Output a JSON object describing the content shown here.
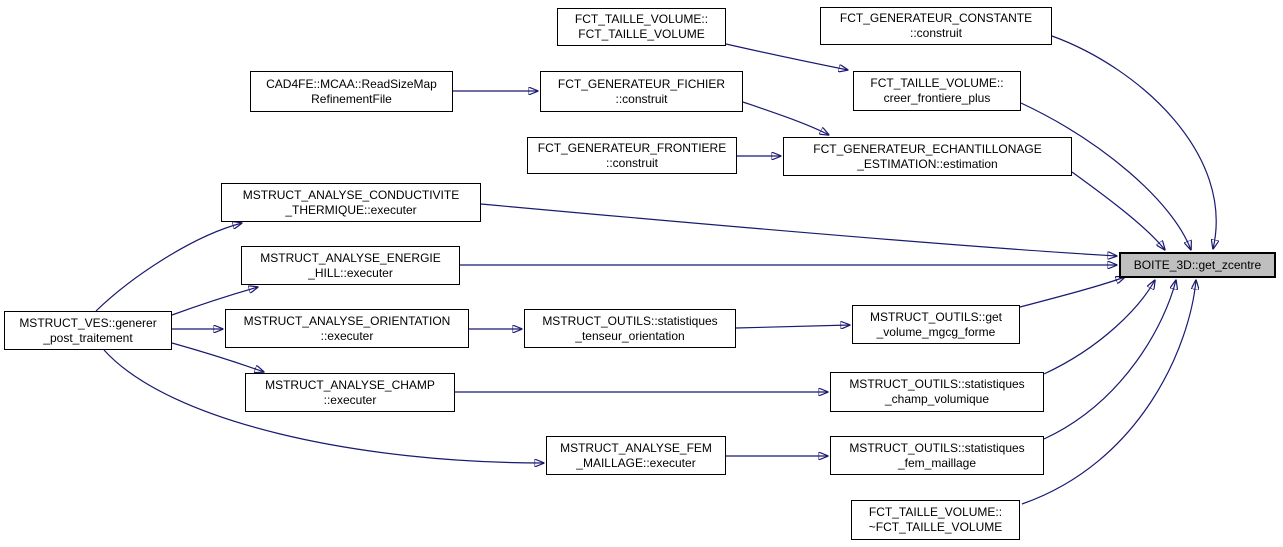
{
  "diagram": {
    "kind": "doxygen-call-graph",
    "focus_node": "BOITE_3D::get_zcentre",
    "colors": {
      "edge": "#191970",
      "node_background": "#ffffff",
      "node_border": "#000000",
      "focus_background": "#bfbfbf",
      "text": "#000000",
      "page_background": "#ffffff"
    },
    "nodes": [
      {
        "id": "fct-taille-volume-ctor",
        "line1": "FCT_TAILLE_VOLUME::",
        "line2": "FCT_TAILLE_VOLUME"
      },
      {
        "id": "fct-generateur-constante",
        "line1": "FCT_GENERATEUR_CONSTANTE",
        "line2": "::construit"
      },
      {
        "id": "cad4fe-readsizemap",
        "line1": "CAD4FE::MCAA::ReadSizeMap",
        "line2": "RefinementFile"
      },
      {
        "id": "fct-generateur-fichier",
        "line1": "FCT_GENERATEUR_FICHIER",
        "line2": "::construit"
      },
      {
        "id": "fct-taille-volume-creer",
        "line1": "FCT_TAILLE_VOLUME::",
        "line2": "creer_frontiere_plus"
      },
      {
        "id": "fct-generateur-frontiere",
        "line1": "FCT_GENERATEUR_FRONTIERE",
        "line2": "::construit"
      },
      {
        "id": "fct-generateur-echantillonage",
        "line1": "FCT_GENERATEUR_ECHANTILLONAGE",
        "line2": "_ESTIMATION::estimation"
      },
      {
        "id": "mstruct-analyse-conductivite",
        "line1": "MSTRUCT_ANALYSE_CONDUCTIVITE",
        "line2": "_THERMIQUE::executer"
      },
      {
        "id": "mstruct-analyse-energie",
        "line1": "MSTRUCT_ANALYSE_ENERGIE",
        "line2": "_HILL::executer"
      },
      {
        "id": "mstruct-ves-generer",
        "line1": "MSTRUCT_VES::generer",
        "line2": "_post_traitement"
      },
      {
        "id": "mstruct-analyse-orientation",
        "line1": "MSTRUCT_ANALYSE_ORIENTATION",
        "line2": "::executer"
      },
      {
        "id": "mstruct-outils-tenseur",
        "line1": "MSTRUCT_OUTILS::statistiques",
        "line2": "_tenseur_orientation"
      },
      {
        "id": "mstruct-outils-volume",
        "line1": "MSTRUCT_OUTILS::get",
        "line2": "_volume_mgcg_forme"
      },
      {
        "id": "mstruct-analyse-champ",
        "line1": "MSTRUCT_ANALYSE_CHAMP",
        "line2": "::executer"
      },
      {
        "id": "mstruct-outils-champ",
        "line1": "MSTRUCT_OUTILS::statistiques",
        "line2": "_champ_volumique"
      },
      {
        "id": "mstruct-analyse-fem",
        "line1": "MSTRUCT_ANALYSE_FEM",
        "line2": "_MAILLAGE::executer"
      },
      {
        "id": "mstruct-outils-fem",
        "line1": "MSTRUCT_OUTILS::statistiques",
        "line2": "_fem_maillage"
      },
      {
        "id": "fct-taille-volume-dtor",
        "line1": "FCT_TAILLE_VOLUME::",
        "line2": "~FCT_TAILLE_VOLUME"
      },
      {
        "id": "boite-3d-get-zcentre",
        "line1": "BOITE_3D::get_zcentre",
        "line2": ""
      }
    ],
    "edges": [
      {
        "from": "FCT_TAILLE_VOLUME::FCT_TAILLE_VOLUME",
        "to": "FCT_TAILLE_VOLUME::creer_frontiere_plus"
      },
      {
        "from": "FCT_GENERATEUR_CONSTANTE::construit",
        "to": "BOITE_3D::get_zcentre"
      },
      {
        "from": "CAD4FE::MCAA::ReadSizeMapRefinementFile",
        "to": "FCT_GENERATEUR_FICHIER::construit"
      },
      {
        "from": "FCT_GENERATEUR_FICHIER::construit",
        "to": "FCT_GENERATEUR_ECHANTILLONAGE_ESTIMATION::estimation"
      },
      {
        "from": "FCT_GENERATEUR_FRONTIERE::construit",
        "to": "FCT_GENERATEUR_ECHANTILLONAGE_ESTIMATION::estimation"
      },
      {
        "from": "FCT_TAILLE_VOLUME::creer_frontiere_plus",
        "to": "BOITE_3D::get_zcentre"
      },
      {
        "from": "FCT_GENERATEUR_ECHANTILLONAGE_ESTIMATION::estimation",
        "to": "BOITE_3D::get_zcentre"
      },
      {
        "from": "MSTRUCT_ANALYSE_CONDUCTIVITE_THERMIQUE::executer",
        "to": "BOITE_3D::get_zcentre"
      },
      {
        "from": "MSTRUCT_ANALYSE_ENERGIE_HILL::executer",
        "to": "BOITE_3D::get_zcentre"
      },
      {
        "from": "MSTRUCT_VES::generer_post_traitement",
        "to": "MSTRUCT_ANALYSE_CONDUCTIVITE_THERMIQUE::executer"
      },
      {
        "from": "MSTRUCT_VES::generer_post_traitement",
        "to": "MSTRUCT_ANALYSE_ENERGIE_HILL::executer"
      },
      {
        "from": "MSTRUCT_VES::generer_post_traitement",
        "to": "MSTRUCT_ANALYSE_ORIENTATION::executer"
      },
      {
        "from": "MSTRUCT_VES::generer_post_traitement",
        "to": "MSTRUCT_ANALYSE_CHAMP::executer"
      },
      {
        "from": "MSTRUCT_VES::generer_post_traitement",
        "to": "MSTRUCT_ANALYSE_FEM_MAILLAGE::executer"
      },
      {
        "from": "MSTRUCT_ANALYSE_ORIENTATION::executer",
        "to": "MSTRUCT_OUTILS::statistiques_tenseur_orientation"
      },
      {
        "from": "MSTRUCT_OUTILS::statistiques_tenseur_orientation",
        "to": "MSTRUCT_OUTILS::get_volume_mgcg_forme"
      },
      {
        "from": "MSTRUCT_ANALYSE_CHAMP::executer",
        "to": "MSTRUCT_OUTILS::statistiques_champ_volumique"
      },
      {
        "from": "MSTRUCT_ANALYSE_FEM_MAILLAGE::executer",
        "to": "MSTRUCT_OUTILS::statistiques_fem_maillage"
      },
      {
        "from": "MSTRUCT_OUTILS::get_volume_mgcg_forme",
        "to": "BOITE_3D::get_zcentre"
      },
      {
        "from": "MSTRUCT_OUTILS::statistiques_champ_volumique",
        "to": "BOITE_3D::get_zcentre"
      },
      {
        "from": "MSTRUCT_OUTILS::statistiques_fem_maillage",
        "to": "BOITE_3D::get_zcentre"
      },
      {
        "from": "FCT_TAILLE_VOLUME::~FCT_TAILLE_VOLUME",
        "to": "BOITE_3D::get_zcentre"
      }
    ]
  }
}
